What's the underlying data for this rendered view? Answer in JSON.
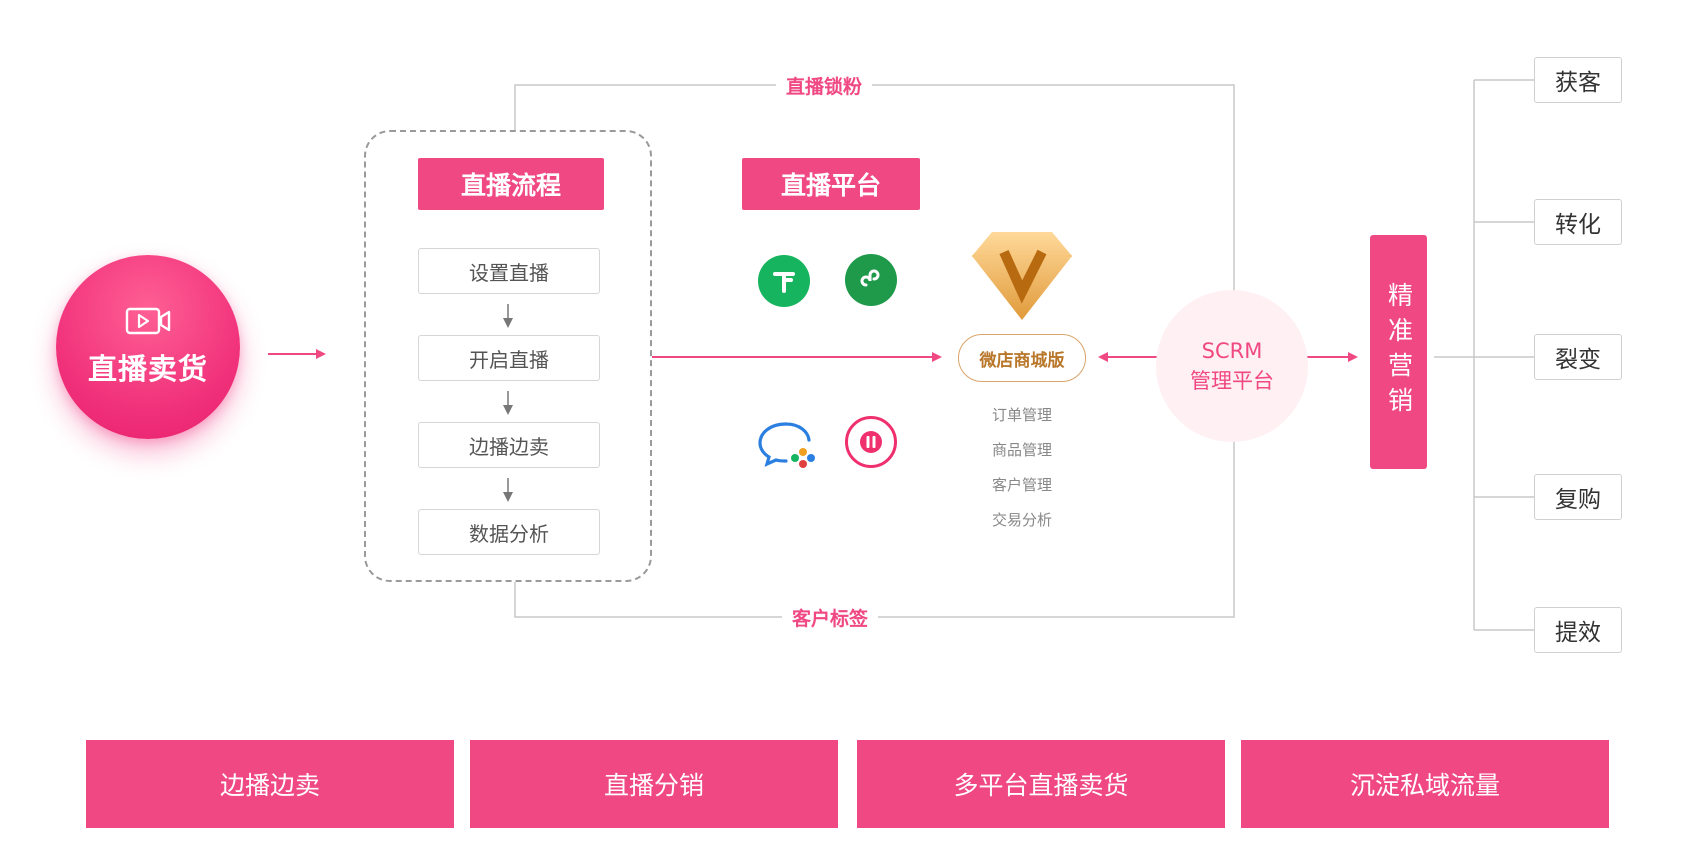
{
  "main": {
    "title": "直播卖货",
    "icon": "video-play-icon"
  },
  "process": {
    "title": "直播流程",
    "steps": [
      "设置直播",
      "开启直播",
      "边播边卖",
      "数据分析"
    ]
  },
  "platform": {
    "title": "直播平台",
    "icons": [
      "douyin-icon",
      "mini-program-icon",
      "chat-icon",
      "record-icon"
    ]
  },
  "shop": {
    "icon": "v-diamond-icon",
    "label": "微店商城版",
    "features": [
      "订单管理",
      "商品管理",
      "客户管理",
      "交易分析"
    ]
  },
  "scrm": {
    "line1": "SCRM",
    "line2": "管理平台"
  },
  "flows": {
    "top": "直播锁粉",
    "bottom": "客户标签"
  },
  "marketing": {
    "label": "精准营销"
  },
  "outcomes": [
    "获客",
    "转化",
    "裂变",
    "复购",
    "提效"
  ],
  "bottom_bars": [
    "边播边卖",
    "直播分销",
    "多平台直播卖货",
    "沉淀私域流量"
  ],
  "colors": {
    "accent": "#f04882",
    "gold": "#e0a050",
    "green": "#17b45f",
    "line": "#c8c8c8"
  }
}
